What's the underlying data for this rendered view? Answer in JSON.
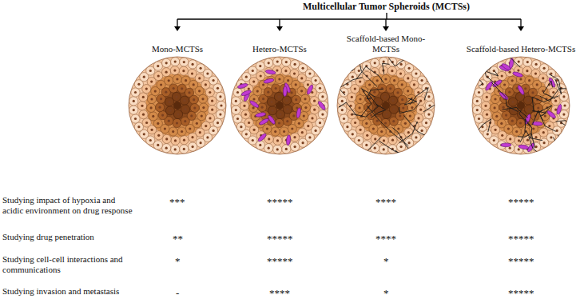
{
  "diagram": {
    "title": "Multicellular Tumor Spheroids (MCTSs)",
    "nodes": [
      {
        "text": [
          "Mono-MCTSs"
        ]
      },
      {
        "text": [
          "Hetero-MCTSs"
        ]
      },
      {
        "text": [
          "Scaffold-based Mono-MCTSs"
        ]
      },
      {
        "text": [
          "Scaffold-based Hetero-MCTSs"
        ]
      }
    ],
    "labels": [
      "Studying impact of hypoxia and acidic environment on drug response",
      "***",
      "*****",
      "****",
      "*****",
      "Studying drug penetration",
      "**",
      "*****",
      "****",
      "*****",
      "Studying cell-cell interactions and communications",
      "*",
      "*****",
      "*",
      "*****",
      "Studying invasion and metastasis",
      "-",
      "****",
      "*",
      "*****"
    ]
  }
}
